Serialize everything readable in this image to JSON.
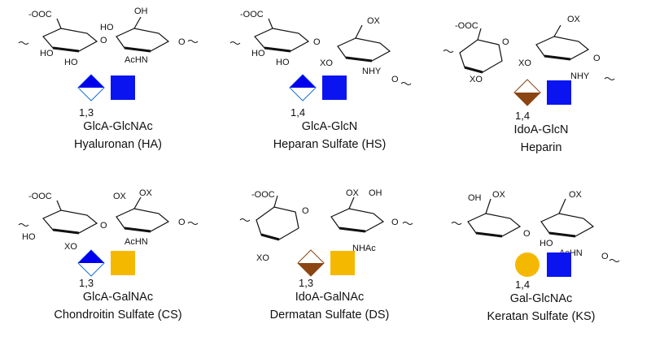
{
  "colors": {
    "glca_blue": "#0000ee",
    "glcn_blue": "#0a14f0",
    "idoa_brown": "#8b4513",
    "galnac_yellow": "#f5b800",
    "gal_yellow": "#f5b800"
  },
  "panels": [
    {
      "disaccharide": "GlcA-GlcNAc",
      "name": "Hyaluronan (HA)",
      "linkage": "1,3",
      "labels": {
        "coo": "OOC",
        "charge": "-",
        "oh1": "OH",
        "ho_a": "HO",
        "ho_b": "HO",
        "ho_c": "HO",
        "acn": "AcHN",
        "o_link": "O",
        "o_end": "O"
      },
      "symbols": [
        "glca-diamond",
        "glcnac-square"
      ]
    },
    {
      "disaccharide": "GlcA-GlcN",
      "name": "Heparan Sulfate (HS)",
      "linkage": "1,4",
      "labels": {
        "coo": "OOC",
        "charge": "-",
        "ox1": "OX",
        "ho_a": "HO",
        "ho_b": "HO",
        "xo": "XO",
        "nhy": "NHY",
        "o_link": "O",
        "o_end": "O"
      },
      "symbols": [
        "glca-diamond",
        "glcn-square"
      ]
    },
    {
      "disaccharide": "IdoA-GlcN",
      "name": "Heparin",
      "linkage": "1,4",
      "labels": {
        "coo": "OOC",
        "charge": "-",
        "ox1": "OX",
        "o_a": "O",
        "xo1": "XO",
        "xo2": "XO",
        "nhy": "NHY",
        "o_end": "O"
      },
      "symbols": [
        "idoa-diamond",
        "glcn-square"
      ]
    },
    {
      "disaccharide": "GlcA-GalNAc",
      "name": "Chondroitin Sulfate (CS)",
      "linkage": "1,3",
      "labels": {
        "coo": "OOC",
        "charge": "-",
        "ox1": "OX",
        "ox2": "OX",
        "ho_a": "HO",
        "xo": "XO",
        "acn": "AcHN",
        "o_link": "O",
        "o_end": "O"
      },
      "symbols": [
        "glca-diamond",
        "galnac-square"
      ]
    },
    {
      "disaccharide": "IdoA-GalNAc",
      "name": "Dermatan Sulfate (DS)",
      "linkage": "1,3",
      "labels": {
        "coo": "OOC",
        "charge": "-",
        "ox1": "OX",
        "oh1": "OH",
        "o_a": "O",
        "xo": "XO",
        "nhac": "NHAc",
        "o_end": "O"
      },
      "symbols": [
        "idoa-diamond",
        "galnac-square"
      ]
    },
    {
      "disaccharide": "Gal-GlcNAc",
      "name": "Keratan Sulfate (KS)",
      "linkage": "1,4",
      "labels": {
        "oh1": "OH",
        "ox1": "OX",
        "ox2": "OX",
        "ho_a": "HO",
        "acn": "AcHN",
        "o_link": "O",
        "o_end": "O"
      },
      "symbols": [
        "gal-circle",
        "glcnac-square"
      ]
    }
  ]
}
